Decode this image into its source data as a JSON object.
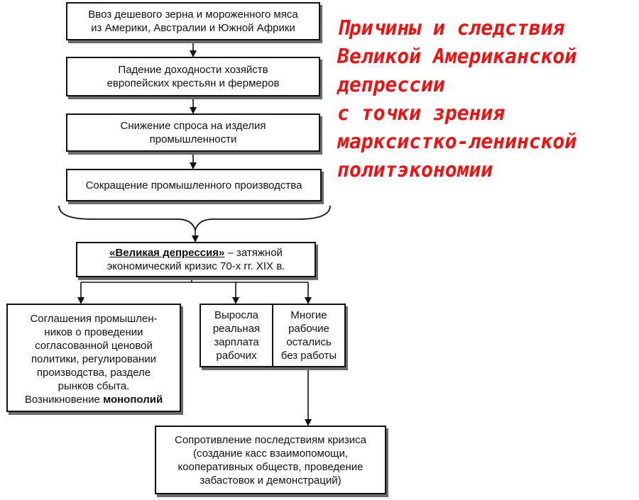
{
  "colors": {
    "box_border": "#111111",
    "box_shadow": "#6b6b6b",
    "heading_text": "#ee1111",
    "connector": "#111111"
  },
  "heading": {
    "lines": [
      "Причины и следствия",
      "Великой Американской",
      "депрессии",
      "с точки зрения",
      "марксистко-ленинской",
      "политэкономии"
    ]
  },
  "flow": {
    "b1": {
      "lines": [
        "Ввоз дешевого зерна и мороженного мяса",
        "из Америки, Австралии и Южной Африки"
      ]
    },
    "b2": {
      "lines": [
        "Падение доходности хозяйств",
        "европейских крестьян и фермеров"
      ]
    },
    "b3": {
      "lines": [
        "Снижение спроса на изделия",
        "промышленности"
      ]
    },
    "b4": {
      "lines": [
        "Сокращение промышленного производства"
      ]
    },
    "b5": {
      "title": "«Великая депрессия»",
      "title_suffix": " – затяжной",
      "line2": "экономический кризис 70-х гг. XIX в."
    },
    "b6": {
      "lines": [
        "Соглашения промышлен-",
        "ников о проведении",
        "согласованной ценовой",
        "политики, регулировании",
        "производства, разделе",
        "рынков сбыта."
      ],
      "last_prefix": "Возникновение ",
      "last_bold": "монополий"
    },
    "b7": {
      "lines": [
        "Выросла",
        "реальная",
        "зарплата",
        "рабочих"
      ]
    },
    "b8": {
      "lines": [
        "Многие",
        "рабочие",
        "остались",
        "без работы"
      ]
    },
    "b9": {
      "lines": [
        "Сопротивление последствиям кризиса",
        "(создание касс взаимопомощи,",
        "кооперативных обществ, проведение",
        "забастовок и демонстраций)"
      ]
    }
  }
}
